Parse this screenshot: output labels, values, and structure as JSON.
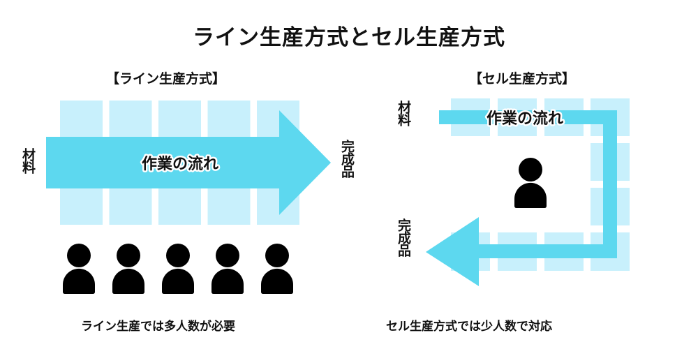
{
  "title": "ライン生産方式とセル生産方式",
  "colors": {
    "arrow": "#5dd8ef",
    "cell": "#c8f0fc",
    "person": "#000000",
    "text": "#111111"
  },
  "line_production": {
    "heading": "【ライン生産方式】",
    "input_label": "材料",
    "output_label": "完成品",
    "flow_label": "作業の流れ",
    "stations": 5,
    "workers": 5,
    "caption": "ライン生産では多人数が必要"
  },
  "cell_production": {
    "heading": "【セル生産方式】",
    "input_label": "材料",
    "output_label": "完成品",
    "flow_label": "作業の流れ",
    "workers": 1,
    "caption": "セル生産方式では少人数で対応"
  }
}
